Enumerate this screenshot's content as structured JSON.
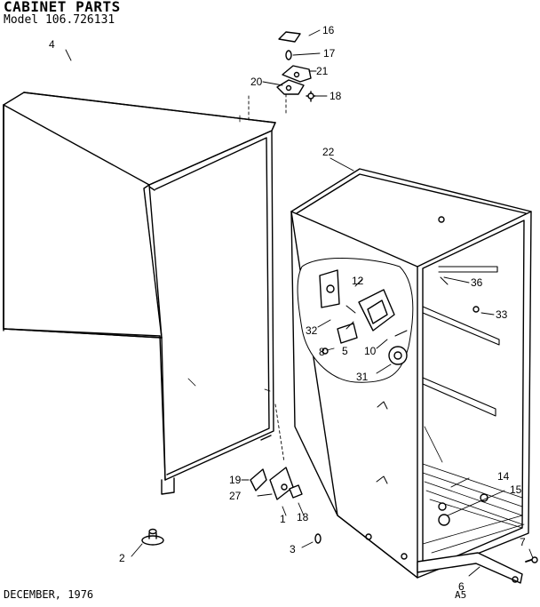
{
  "header": {
    "title": "CABINET PARTS",
    "model": "Model 106.726131"
  },
  "footer": {
    "date": "DECEMBER, 1976",
    "code": "A5"
  },
  "callouts": [
    "4",
    "16",
    "17",
    "21",
    "20",
    "18",
    "22",
    "12",
    "36",
    "33",
    "32",
    "10",
    "5",
    "8",
    "31",
    "19",
    "27",
    "1",
    "18",
    "14",
    "15",
    "2",
    "3",
    "7",
    "6"
  ]
}
